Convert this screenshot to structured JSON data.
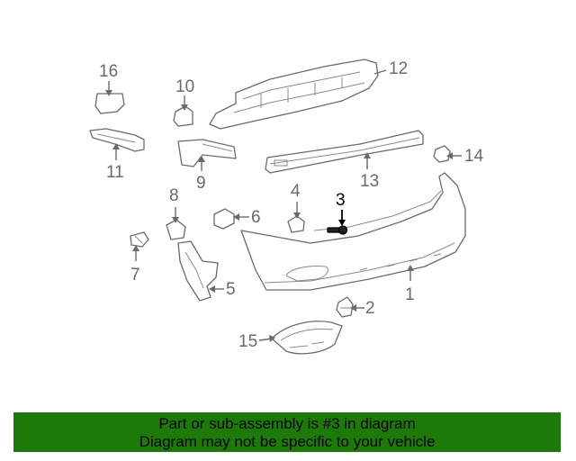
{
  "diagram": {
    "labels": {
      "p1": "1",
      "p2": "2",
      "p3": "3",
      "p4": "4",
      "p5": "5",
      "p6": "6",
      "p7": "7",
      "p8": "8",
      "p9": "9",
      "p10": "10",
      "p11": "11",
      "p12": "12",
      "p13": "13",
      "p14": "14",
      "p15": "15",
      "p16": "16"
    },
    "highlighted_part": "3",
    "highlight_color": "#000000",
    "line_color": "#6a6a6a"
  },
  "banner": {
    "line1": "Part or sub-assembly is #3 in diagram",
    "line2": "Diagram may not be specific to your vehicle",
    "background": "#1d7a09"
  }
}
